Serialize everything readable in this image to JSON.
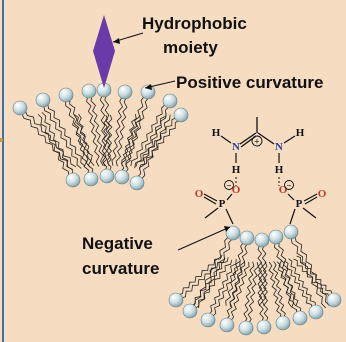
{
  "labels": {
    "hydrophobic_line1": "Hydrophobic",
    "hydrophobic_line2": "moiety",
    "positive_curvature": "Positive curvature",
    "negative_line1": "Negative",
    "negative_line2": "curvature"
  },
  "chemistry": {
    "H": "H",
    "N": "N",
    "O": "O",
    "P": "P",
    "plus": "+",
    "minus": "−"
  },
  "colors": {
    "background": "#f6dcc0",
    "moiety": "#6a3aa8",
    "head_light": "#ffffff",
    "head_dark": "#7f9ea8",
    "nitrogen": "#2a3fa0",
    "oxygen": "#c0392b",
    "border": "#3f6fa8"
  }
}
